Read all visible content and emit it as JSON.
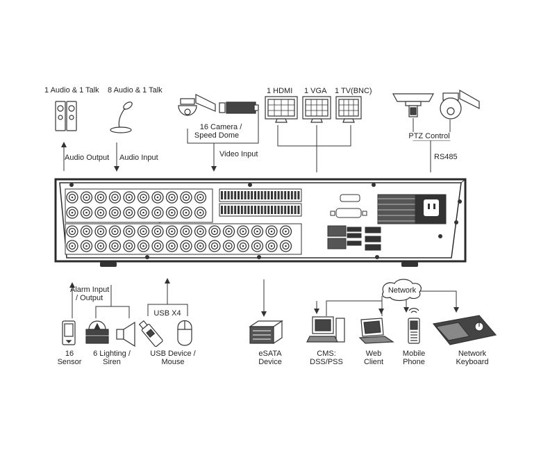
{
  "top": {
    "audio_talk_label": "1 Audio  & 1 Talk",
    "audio8_label": "8 Audio & 1 Talk",
    "audio_output_label": "Audio  Output",
    "audio_input_label": "Audio  Input",
    "camera_label_1": "16 Camera /",
    "camera_label_2": "Speed Dome",
    "video_input_label": "Video Input",
    "hdmi_label": "1 HDMI",
    "vga_label": "1 VGA",
    "tv_label": "1 TV(BNC)",
    "ptz_label": "PTZ Control",
    "rs485_label": "RS485"
  },
  "bottom": {
    "alarm_label_1": "Alarm Input",
    "alarm_label_2": "/ Output",
    "usb_label": "USB X4",
    "sensor_label_1": "16",
    "sensor_label_2": "Sensor",
    "lighting_label_1": "6 Lighting /",
    "lighting_label_2": "Siren",
    "usb_device_label_1": "USB Device /",
    "usb_device_label_2": "Mouse",
    "esata_label_1": "eSATA",
    "esata_label_2": "Device",
    "network_label": "Network",
    "cms_label_1": "CMS:",
    "cms_label_2": "DSS/PSS",
    "web_label_1": "Web",
    "web_label_2": "Client",
    "mobile_label_1": "Mobile",
    "mobile_label_2": "Phone",
    "keyboard_label_1": "Network",
    "keyboard_label_2": "Keyboard"
  },
  "colors": {
    "line": "#333333",
    "panel": "#2b2b2b",
    "port": "#555555"
  }
}
